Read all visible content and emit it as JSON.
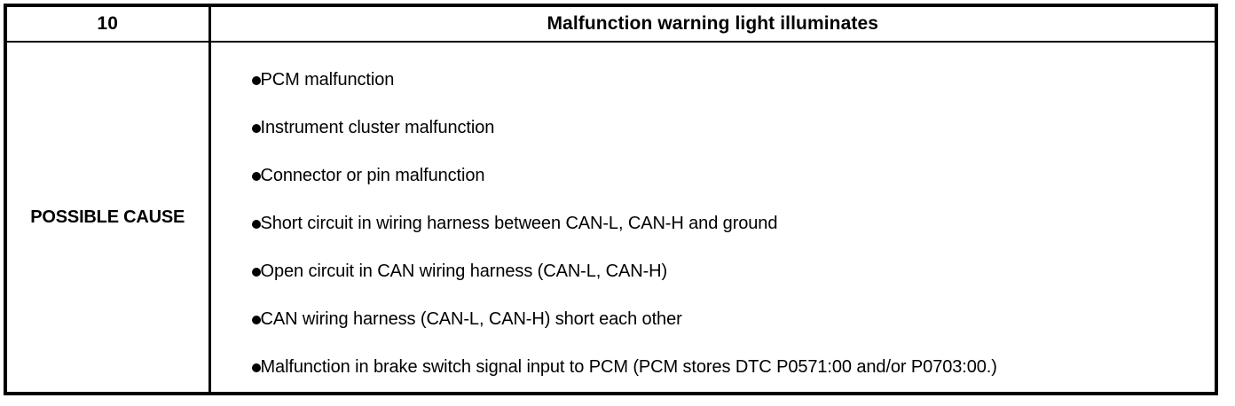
{
  "table": {
    "header": {
      "number": "10",
      "title": "Malfunction warning light illuminates"
    },
    "row_label": "POSSIBLE CAUSE",
    "bullet_icon": "filled-circle-bullet",
    "causes": [
      "PCM malfunction",
      "Instrument cluster malfunction",
      "Connector or pin malfunction",
      "Short circuit in wiring harness between CAN-L, CAN-H and ground",
      "Open circuit in CAN wiring harness (CAN-L, CAN-H)",
      "CAN wiring harness (CAN-L, CAN-H) short each other",
      "Malfunction in brake switch signal input to PCM (PCM stores DTC P0571:00 and/or P0703:00.)"
    ]
  },
  "colors": {
    "border": "#000000",
    "text": "#000000",
    "background": "#ffffff"
  }
}
